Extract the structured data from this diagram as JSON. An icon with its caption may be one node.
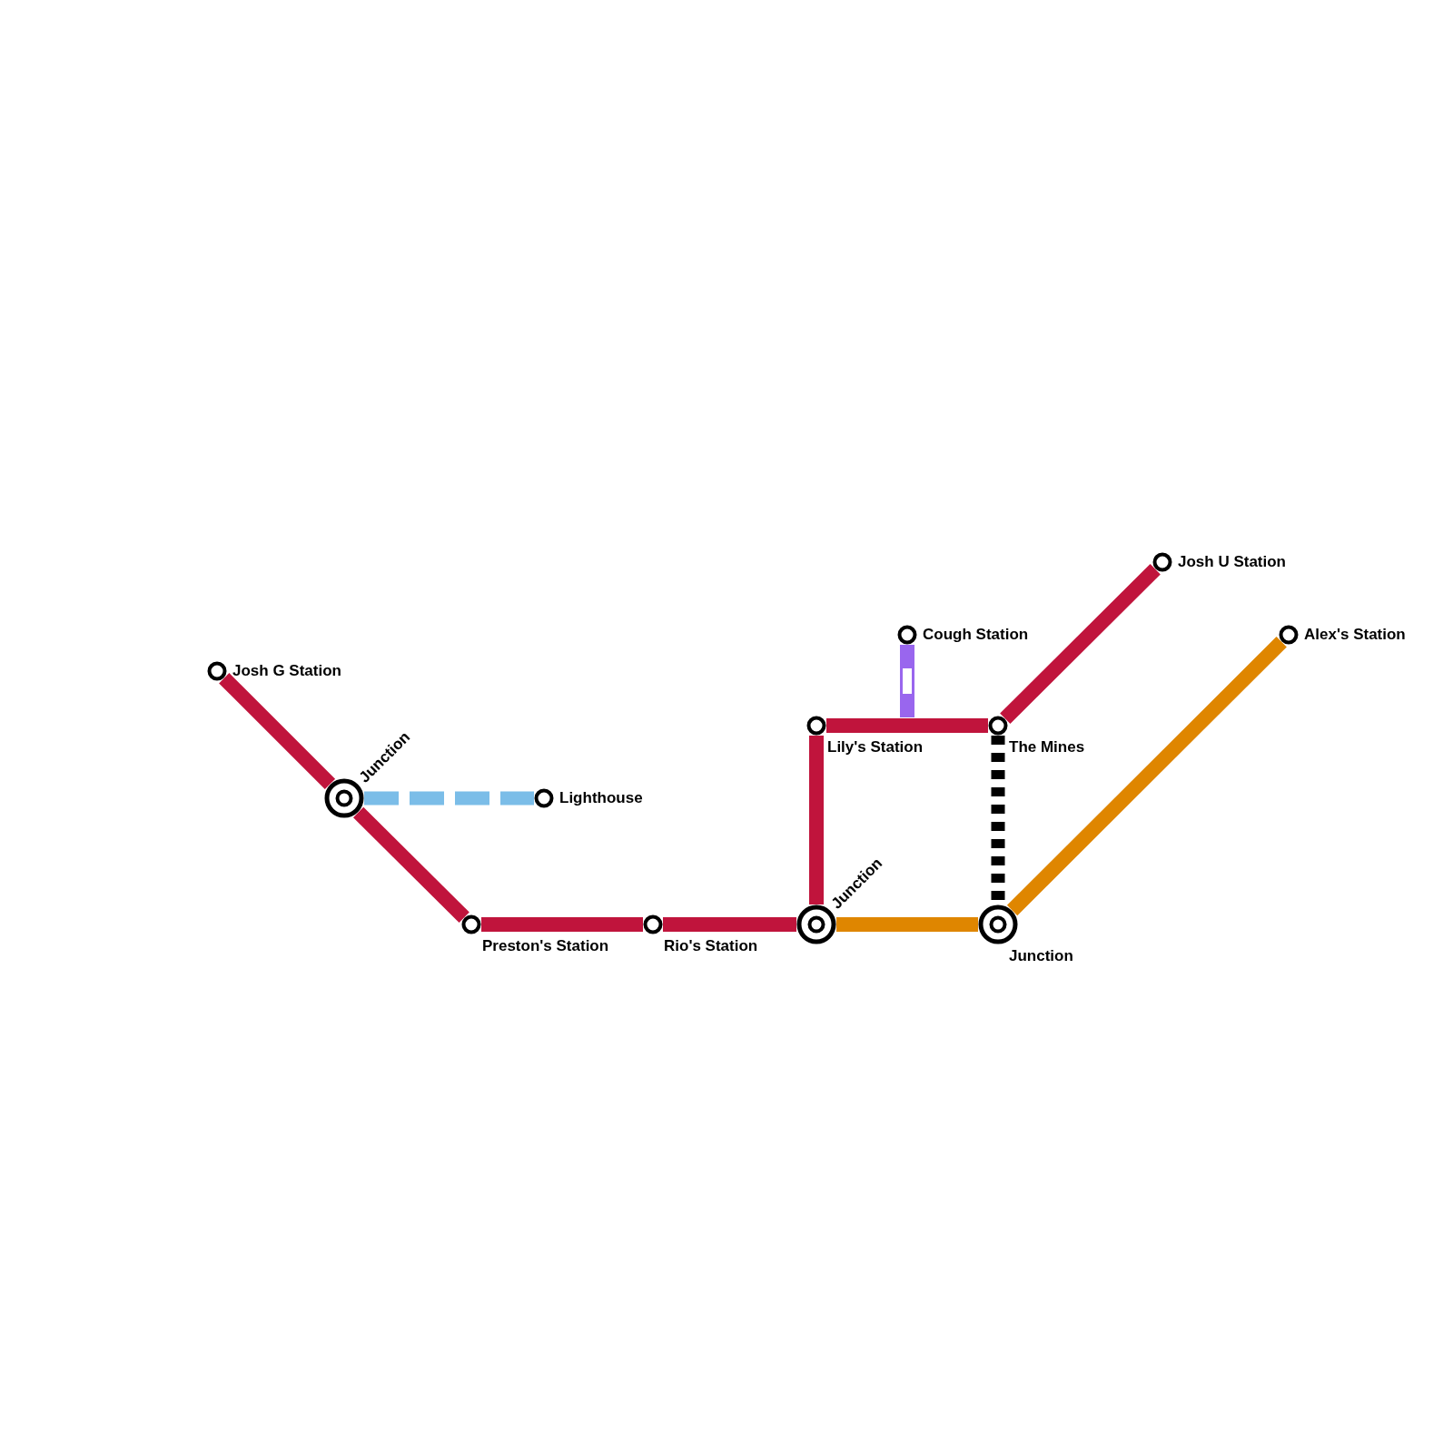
{
  "diagram": {
    "nodes": [
      {
        "text": [
          "Josh G Station"
        ]
      },
      {
        "text": [
          "Junction"
        ]
      },
      {
        "text": [
          "Lighthouse"
        ]
      },
      {
        "text": [
          "Preston's Station"
        ]
      },
      {
        "text": [
          "Rio's Station"
        ]
      },
      {
        "text": [
          "Junction"
        ]
      },
      {
        "text": [
          "Lily's Station"
        ]
      },
      {
        "text": [
          "Cough Station"
        ]
      },
      {
        "text": [
          "The Mines"
        ]
      },
      {
        "text": [
          "Josh U Station"
        ]
      },
      {
        "text": [
          "Junction"
        ]
      },
      {
        "text": [
          "Alex's Station"
        ]
      }
    ],
    "edges": [
      {
        "from": 0,
        "to": 1,
        "arrow": "none"
      },
      {
        "from": 1,
        "to": 3,
        "arrow": "none"
      },
      {
        "from": 1,
        "to": 2,
        "arrow": "none",
        "style": "dashed",
        "color": "#7bbde8"
      },
      {
        "from": 3,
        "to": 4,
        "arrow": "none"
      },
      {
        "from": 4,
        "to": 5,
        "arrow": "none"
      },
      {
        "from": 5,
        "to": 6,
        "arrow": "none"
      },
      {
        "from": 6,
        "to": 8,
        "arrow": "none"
      },
      {
        "from": 8,
        "to": 9,
        "arrow": "none"
      },
      {
        "from": 7,
        "to": null,
        "arrow": "none",
        "color": "#9966ee"
      },
      {
        "from": 5,
        "to": 10,
        "arrow": "none",
        "color": "#df8600"
      },
      {
        "from": 10,
        "to": 11,
        "arrow": "none",
        "color": "#df8600"
      },
      {
        "from": 8,
        "to": 10,
        "arrow": "none",
        "style": "dashed",
        "color": "#000000"
      }
    ]
  }
}
